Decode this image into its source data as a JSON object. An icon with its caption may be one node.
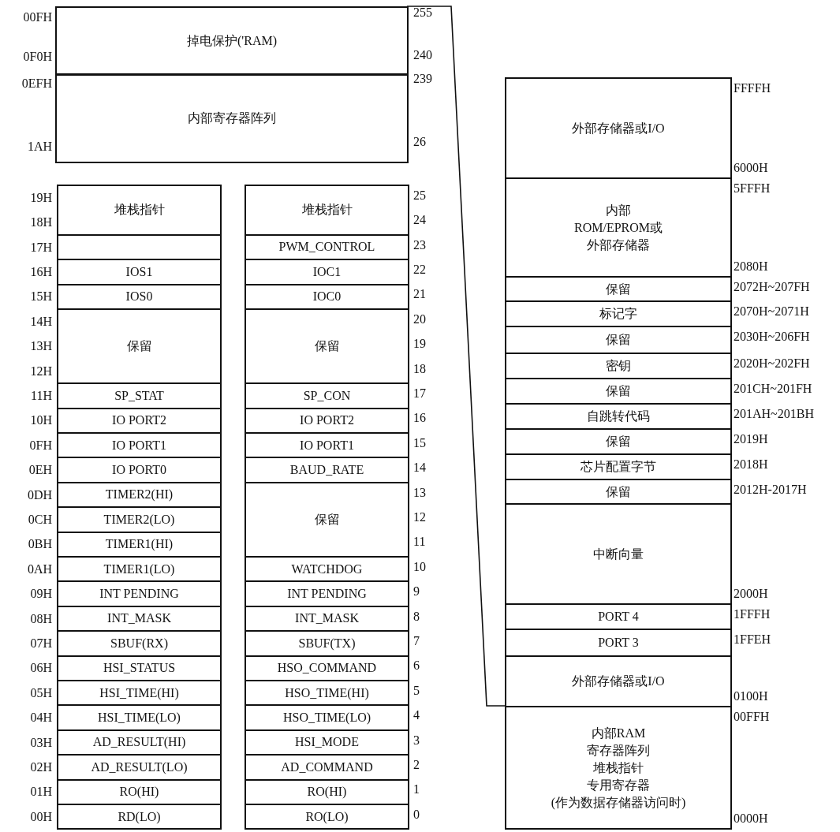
{
  "diagram": {
    "nodes": [
      {
        "text": [
          "掉电保护('RAM)"
        ],
        "beside": [
          "00FH",
          "0F0H",
          "255",
          "240"
        ]
      },
      {
        "text": [
          "内部寄存器阵列"
        ],
        "beside": [
          "0EFH",
          "1AH",
          "239",
          "26"
        ]
      },
      {
        "text": [
          "堆栈指针"
        ],
        "beside": [
          "19H",
          "18H"
        ]
      },
      {
        "text": [],
        "shape": "box",
        "beside": [
          "17H"
        ]
      },
      {
        "text": [
          "IOS1"
        ],
        "beside": [
          "16H"
        ]
      },
      {
        "text": [
          "IOS0"
        ],
        "beside": [
          "15H"
        ]
      },
      {
        "text": [
          "保留"
        ],
        "beside": [
          "14H",
          "13H",
          "12H"
        ]
      },
      {
        "text": [
          "SP_STAT"
        ],
        "beside": [
          "11H"
        ]
      },
      {
        "text": [
          "IO PORT2"
        ],
        "beside": [
          "10H"
        ]
      },
      {
        "text": [
          "IO PORT1"
        ],
        "beside": [
          "0FH"
        ]
      },
      {
        "text": [
          "IO PORT0"
        ],
        "beside": [
          "0EH"
        ]
      },
      {
        "text": [
          "TIMER2(HI)"
        ],
        "beside": [
          "0DH"
        ]
      },
      {
        "text": [
          "TIMER2(LO)"
        ],
        "beside": [
          "0CH"
        ]
      },
      {
        "text": [
          "TIMER1(HI)"
        ],
        "beside": [
          "0BH"
        ]
      },
      {
        "text": [
          "TIMER1(LO)"
        ],
        "beside": [
          "0AH"
        ]
      },
      {
        "text": [
          "INT PENDING"
        ],
        "beside": [
          "09H"
        ]
      },
      {
        "text": [
          "INT_MASK"
        ],
        "beside": [
          "08H"
        ]
      },
      {
        "text": [
          "SBUF(RX)"
        ],
        "beside": [
          "07H"
        ]
      },
      {
        "text": [
          "HSI_STATUS"
        ],
        "beside": [
          "06H"
        ]
      },
      {
        "text": [
          "HSI_TIME(HI)"
        ],
        "beside": [
          "05H"
        ]
      },
      {
        "text": [
          "HSI_TIME(LO)"
        ],
        "beside": [
          "04H"
        ]
      },
      {
        "text": [
          "AD_RESULT(HI)"
        ],
        "beside": [
          "03H"
        ]
      },
      {
        "text": [
          "AD_RESULT(LO)"
        ],
        "beside": [
          "02H"
        ]
      },
      {
        "text": [
          "RO(HI)"
        ],
        "beside": [
          "01H"
        ]
      },
      {
        "text": [
          "RD(LO)"
        ],
        "beside": [
          "00H"
        ]
      },
      {
        "text": [
          "堆栈指针"
        ],
        "beside": [
          "25",
          "24"
        ]
      },
      {
        "text": [
          "PWM_CONTROL"
        ],
        "beside": [
          "23"
        ]
      },
      {
        "text": [
          "IOC1"
        ],
        "beside": [
          "22"
        ]
      },
      {
        "text": [
          "IOC0"
        ],
        "beside": [
          "21"
        ]
      },
      {
        "text": [
          "保留"
        ],
        "beside": [
          "20",
          "19",
          "18"
        ]
      },
      {
        "text": [
          "SP_CON"
        ],
        "beside": [
          "17"
        ]
      },
      {
        "text": [
          "IO PORT2"
        ],
        "beside": [
          "16"
        ]
      },
      {
        "text": [
          "IO PORT1"
        ],
        "beside": [
          "15"
        ]
      },
      {
        "text": [
          "BAUD_RATE"
        ],
        "beside": [
          "14"
        ]
      },
      {
        "text": [
          "保留"
        ],
        "beside": [
          "13",
          "12",
          "11"
        ]
      },
      {
        "text": [
          "WATCHDOG"
        ],
        "beside": [
          "10"
        ]
      },
      {
        "text": [
          "INT PENDING"
        ],
        "beside": [
          "9"
        ]
      },
      {
        "text": [
          "INT_MASK"
        ],
        "beside": [
          "8"
        ]
      },
      {
        "text": [
          "SBUF(TX)"
        ],
        "beside": [
          "7"
        ]
      },
      {
        "text": [
          "HSO_COMMAND"
        ],
        "beside": [
          "6"
        ]
      },
      {
        "text": [
          "HSO_TIME(HI)"
        ],
        "beside": [
          "5"
        ]
      },
      {
        "text": [
          "HSO_TIME(LO)"
        ],
        "beside": [
          "4"
        ]
      },
      {
        "text": [
          "HSI_MODE"
        ],
        "beside": [
          "3"
        ]
      },
      {
        "text": [
          "AD_COMMAND"
        ],
        "beside": [
          "2"
        ]
      },
      {
        "text": [
          "RO(HI)"
        ],
        "beside": [
          "1"
        ]
      },
      {
        "text": [
          "RO(LO)"
        ],
        "beside": [
          "0"
        ]
      },
      {
        "text": [
          "外部存储器或I/O"
        ],
        "beside": [
          "FFFFH",
          "6000H"
        ]
      },
      {
        "text": [
          "内部ROM/EPROM或外部存储器"
        ],
        "beside": [
          "5FFFH",
          "2080H"
        ]
      },
      {
        "text": [
          "保留"
        ],
        "beside": [
          "2072H~207FH"
        ]
      },
      {
        "text": [
          "标记字"
        ],
        "beside": [
          "2070H~2071H"
        ]
      },
      {
        "text": [
          "保留"
        ],
        "beside": [
          "2030H~206FH"
        ]
      },
      {
        "text": [
          "密钥"
        ],
        "beside": [
          "2020H~202FH"
        ]
      },
      {
        "text": [
          "保留"
        ],
        "beside": [
          "201CH~201FH"
        ]
      },
      {
        "text": [
          "自跳转代码"
        ],
        "beside": [
          "201AH~201BH"
        ]
      },
      {
        "text": [
          "保留"
        ],
        "beside": [
          "2019H"
        ]
      },
      {
        "text": [
          "芯片配置字节"
        ],
        "beside": [
          "2018H"
        ]
      },
      {
        "text": [
          "保留"
        ],
        "beside": [
          "2012H-2017H"
        ]
      },
      {
        "text": [
          "中断向量"
        ],
        "beside": [
          "2000H"
        ]
      },
      {
        "text": [
          "PORT 4"
        ],
        "beside": [
          "1FFFH"
        ]
      },
      {
        "text": [
          "PORT 3"
        ],
        "beside": [
          "1FFEH"
        ]
      },
      {
        "text": [
          "外部存储器或I/O"
        ],
        "beside": [
          "0100H"
        ]
      },
      {
        "text": [
          "内部RAM",
          "寄存器阵列",
          "堆栈指针",
          "专用寄存器",
          "(作为数据存储器访问时)"
        ],
        "beside": [
          "00FFH",
          "0000H"
        ]
      }
    ],
    "edges": [
      {
        "from": 0,
        "to": 61,
        "arrow": "none"
      }
    ]
  }
}
